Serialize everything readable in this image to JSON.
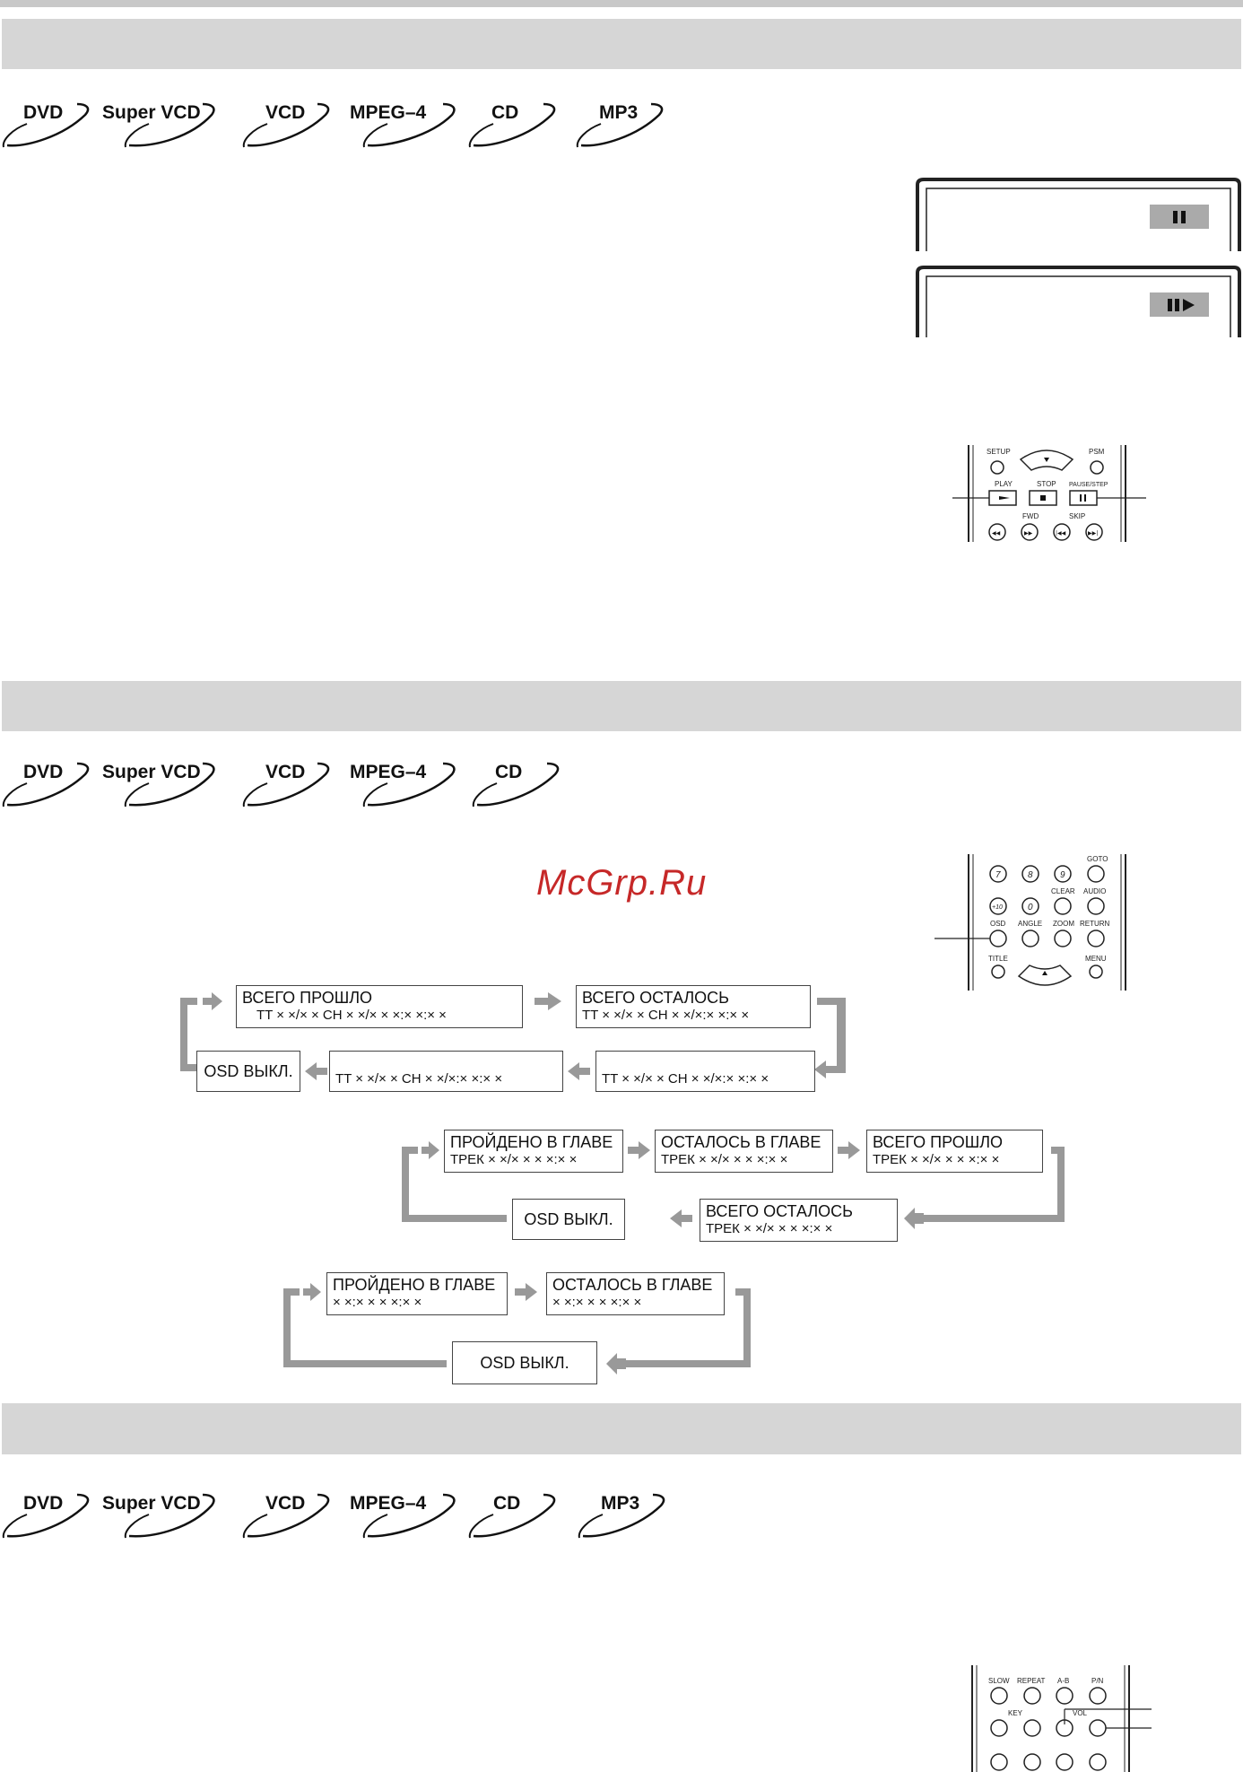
{
  "sections": [
    {
      "formats": [
        "DVD",
        "Super VCD",
        "VCD",
        "MPEG–4",
        "CD",
        "MP3"
      ]
    },
    {
      "formats": [
        "DVD",
        "Super VCD",
        "VCD",
        "MPEG–4",
        "CD"
      ]
    },
    {
      "formats": [
        "DVD",
        "Super VCD",
        "VCD",
        "MPEG–4",
        "CD",
        "MP3"
      ]
    }
  ],
  "watermark": "McGrp.Ru",
  "remote1": {
    "setup": "SETUP",
    "psm": "PSM",
    "play": "PLAY",
    "stop": "STOP",
    "pause_step": "PAUSE/STEP",
    "fwd": "FWD",
    "skip": "SKIP"
  },
  "remote2": {
    "goto": "GOTO",
    "clear": "CLEAR",
    "audio": "AUDIO",
    "osd": "OSD",
    "angle": "ANGLE",
    "zoom": "ZOOM",
    "return": "RETURN",
    "title": "TITLE",
    "menu": "MENU",
    "n7": "7",
    "n8": "8",
    "n9": "9",
    "plus10": "+10",
    "n0": "0"
  },
  "remote3": {
    "slow": "SLOW",
    "repeat": "REPEAT",
    "ab": "A-B",
    "pn": "P/N",
    "key": "KEY",
    "vol": "VOL"
  },
  "flow_dvd": {
    "total_elapsed": "ВСЕГО ПРОШЛО",
    "total_elapsed_val": "TT × ×/× × CH × ×/× × ×:× ×:× ×",
    "total_remaining": "ВСЕГО ОСТАЛОСЬ",
    "total_remaining_val": "TT × ×/× × CH × ×/×:× ×:× ×",
    "chapter_b": "TT × ×/× × CH × ×/×:× ×:× ×",
    "chapter_a": "TT × ×/× × CH × ×/×:× ×:× ×",
    "osd_off": "OSD ВЫКЛ."
  },
  "flow_vcd": {
    "chapter_elapsed": "ПРОЙДЕНО В ГЛАВЕ",
    "chapter_elapsed_val": "ТРЕК × ×/× × × ×:× ×",
    "chapter_remaining": "ОСТАЛОСЬ В ГЛАВЕ",
    "chapter_remaining_val": "ТРЕК × ×/× × × ×:× ×",
    "total_elapsed": "ВСЕГО ПРОШЛО",
    "total_elapsed_val": "ТРЕК × ×/× × × ×:× ×",
    "total_remaining": "ВСЕГО ОСТАЛОСЬ",
    "total_remaining_val": "ТРЕК × ×/× × × ×:× ×",
    "osd_off": "OSD ВЫКЛ."
  },
  "flow_cd": {
    "chapter_elapsed": "ПРОЙДЕНО В ГЛАВЕ",
    "chapter_elapsed_val": "× ×:× × × ×:× ×",
    "chapter_remaining": "ОСТАЛОСЬ В ГЛАВЕ",
    "chapter_remaining_val": "× ×:× × × ×:× ×",
    "osd_off": "OSD ВЫКЛ."
  }
}
